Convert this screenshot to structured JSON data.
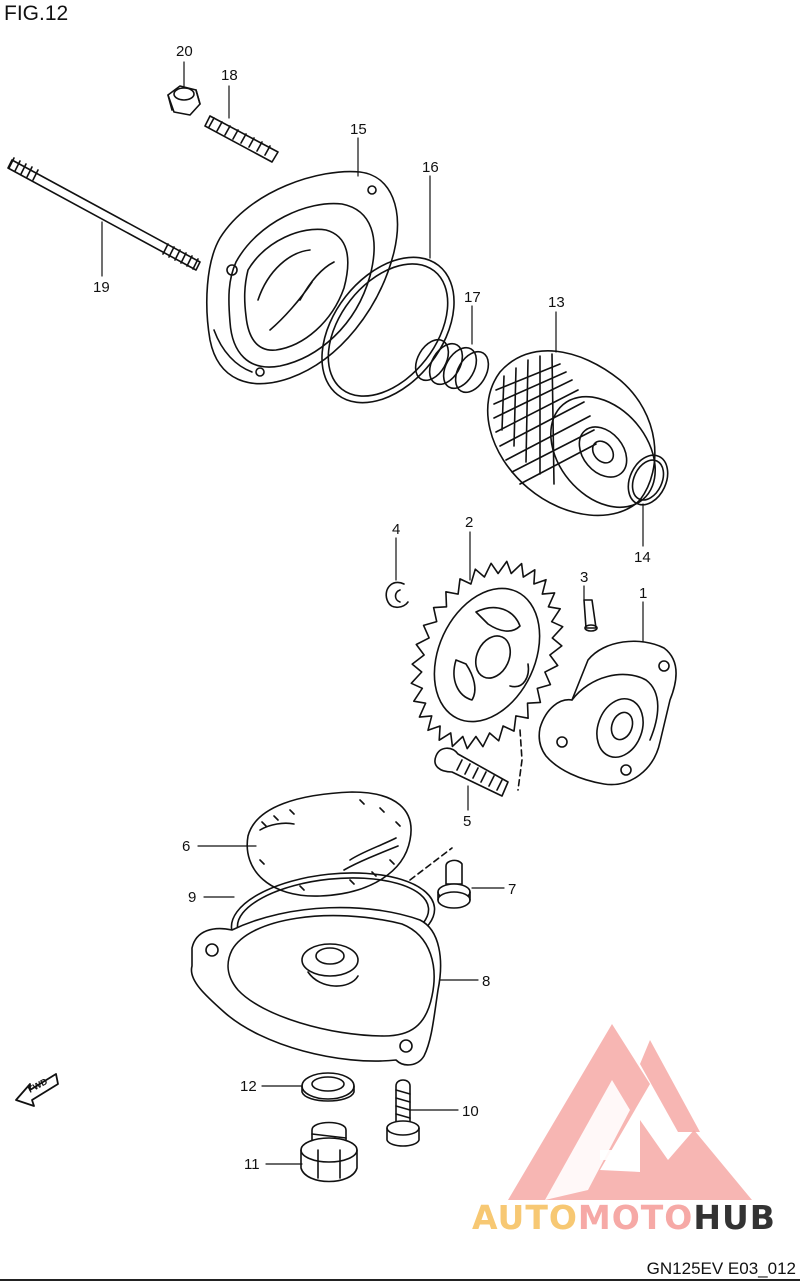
{
  "figure_title": "FIG.12",
  "figure_code": "GN125EV E03_012",
  "fwd_label": "FWD",
  "watermark": {
    "part1": "AUTO",
    "part2": "MOTO",
    "part3": "HUB",
    "color1": "#f7c873",
    "color2": "#f6a9a6",
    "color3": "#333333"
  },
  "callouts": {
    "c1": "1",
    "c2": "2",
    "c3": "3",
    "c4": "4",
    "c5": "5",
    "c6": "6",
    "c7": "7",
    "c8": "8",
    "c9": "9",
    "c10": "10",
    "c11": "11",
    "c12": "12",
    "c13": "13",
    "c14": "14",
    "c15": "15",
    "c16": "16",
    "c17": "17",
    "c18": "18",
    "c19": "19",
    "c20": "20"
  }
}
